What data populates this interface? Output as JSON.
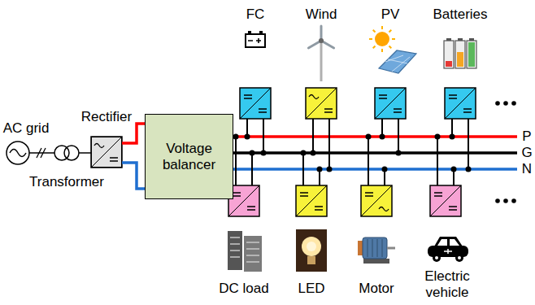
{
  "diagram": {
    "nodes": [
      {
        "text": [
          "Rectifier"
        ]
      },
      {
        "text": [
          "Voltage balancer"
        ]
      }
    ],
    "edges": [
      {
        "from": 0,
        "to": 1,
        "arrow": "none"
      },
      {
        "from": 0,
        "to": 1,
        "arrow": "none"
      }
    ],
    "labels": [
      "AC grid",
      "Transformer",
      "FC",
      "Wind",
      "PV",
      "Batteries",
      "P",
      "G",
      "N",
      "DC load",
      "LED",
      "Motor",
      "Electric vehicle"
    ]
  }
}
